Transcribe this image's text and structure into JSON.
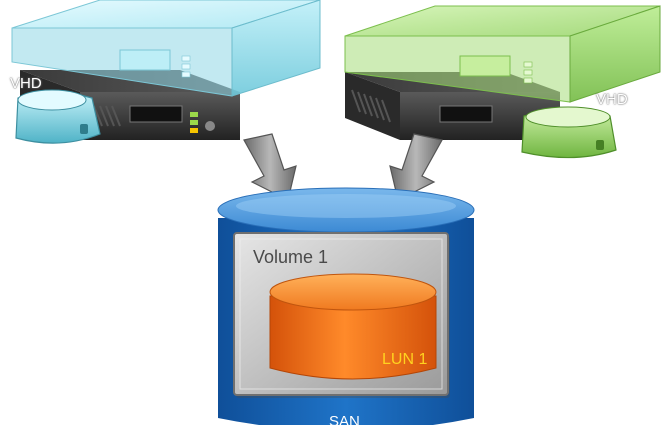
{
  "diagram": {
    "left_host": {
      "disk_label": "VHD",
      "color": "#9be3ef"
    },
    "right_host": {
      "disk_label": "VHD",
      "color": "#a8e07c"
    },
    "volume": {
      "label": "Volume 1"
    },
    "lun": {
      "label": "LUN 1",
      "color": "#f06a10"
    },
    "san": {
      "label": "SAN",
      "color": "#1a64b4"
    }
  }
}
